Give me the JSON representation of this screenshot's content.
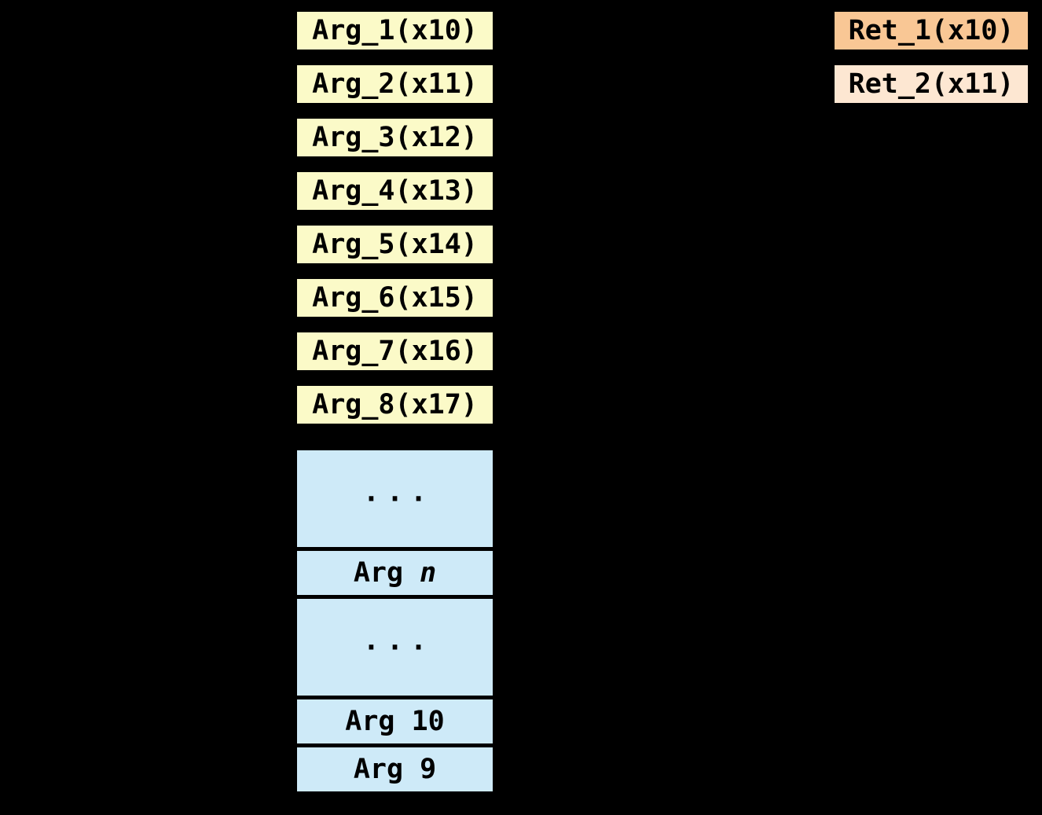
{
  "diagram": {
    "background": "#000000",
    "text_color": "#000000"
  },
  "arg_registers": {
    "fill": "#FBFAC8",
    "items": [
      {
        "label": "Arg_1(x10)"
      },
      {
        "label": "Arg_2(x11)"
      },
      {
        "label": "Arg_3(x12)"
      },
      {
        "label": "Arg_4(x13)"
      },
      {
        "label": "Arg_5(x14)"
      },
      {
        "label": "Arg_6(x15)"
      },
      {
        "label": "Arg_7(x16)"
      },
      {
        "label": "Arg_8(x17)"
      }
    ]
  },
  "return_registers": {
    "items": [
      {
        "label": "Ret_1(x10)",
        "fill": "#F9C795"
      },
      {
        "label": "Ret_2(x11)",
        "fill": "#FDE7D2"
      }
    ]
  },
  "stack_args": {
    "fill": "#CEEAF8",
    "items": [
      {
        "kind": "ellipsis",
        "label": "..."
      },
      {
        "kind": "slot",
        "label": "Arg ",
        "italic": "n"
      },
      {
        "kind": "ellipsis",
        "label": "..."
      },
      {
        "kind": "slot",
        "label": "Arg 10"
      },
      {
        "kind": "slot",
        "label": "Arg 9"
      }
    ]
  }
}
